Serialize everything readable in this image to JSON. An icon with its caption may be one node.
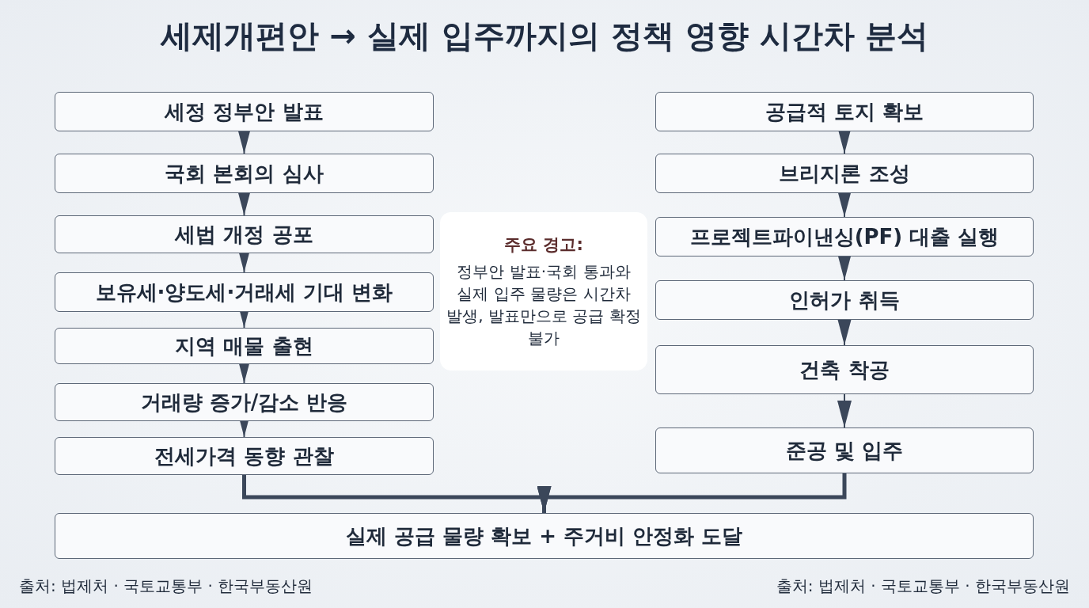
{
  "diagram": {
    "title": "세제개편안 → 실제 입주까지의 정책 영향 시간차 분석",
    "nodes": [
      {
        "text": [
          "세정 정부안 발표"
        ]
      },
      {
        "text": [
          "국회 본회의 심사"
        ]
      },
      {
        "text": [
          "세법 개정 공포"
        ]
      },
      {
        "text": [
          "보유세·양도세·거래세 기대 변화"
        ]
      },
      {
        "text": [
          "지역 매물 출현"
        ]
      },
      {
        "text": [
          "거래량 증가/감소 반응"
        ]
      },
      {
        "text": [
          "전세가격 동향 관찰"
        ]
      },
      {
        "text": [
          "주요 경고:",
          "정부안 발표·국회 통과와 실제 입주 물량은 시간차 발생, 발표만으로 공급 확정 불가"
        ]
      },
      {
        "text": [
          "공급적 토지 확보"
        ]
      },
      {
        "text": [
          "브리지론 조성"
        ]
      },
      {
        "text": [
          "프로젝트파이낸싱(PF) 대출 실행"
        ]
      },
      {
        "text": [
          "인허가 취득"
        ]
      },
      {
        "text": [
          "건축 착공"
        ]
      },
      {
        "text": [
          "준공 및 입주"
        ]
      },
      {
        "text": [
          "실제 공급 물량 확보 + 주거비 안정화 도달"
        ]
      }
    ],
    "edges": [
      {
        "from": 0,
        "to": 1,
        "arrow": "to"
      },
      {
        "from": 1,
        "to": 2,
        "arrow": "to"
      },
      {
        "from": 2,
        "to": 3,
        "arrow": "to"
      },
      {
        "from": 3,
        "to": 4,
        "arrow": "to"
      },
      {
        "from": 4,
        "to": 5,
        "arrow": "to"
      },
      {
        "from": 5,
        "to": 6,
        "arrow": "to"
      },
      {
        "from": 8,
        "to": 9,
        "arrow": "to"
      },
      {
        "from": 9,
        "to": 10,
        "arrow": "to"
      },
      {
        "from": 10,
        "to": 11,
        "arrow": "to"
      },
      {
        "from": 11,
        "to": 12,
        "arrow": "to"
      },
      {
        "from": 12,
        "to": 13,
        "arrow": "to"
      },
      {
        "from": 6,
        "to": 14,
        "arrow": "to",
        "style": "thick"
      },
      {
        "from": 13,
        "to": 14,
        "arrow": "to",
        "style": "thick"
      }
    ],
    "labels": [
      "출처: 법제처 · 국토교통부 · 한국부동산원",
      "출처: 법제처 · 국토교통부 · 한국부동산원"
    ]
  }
}
